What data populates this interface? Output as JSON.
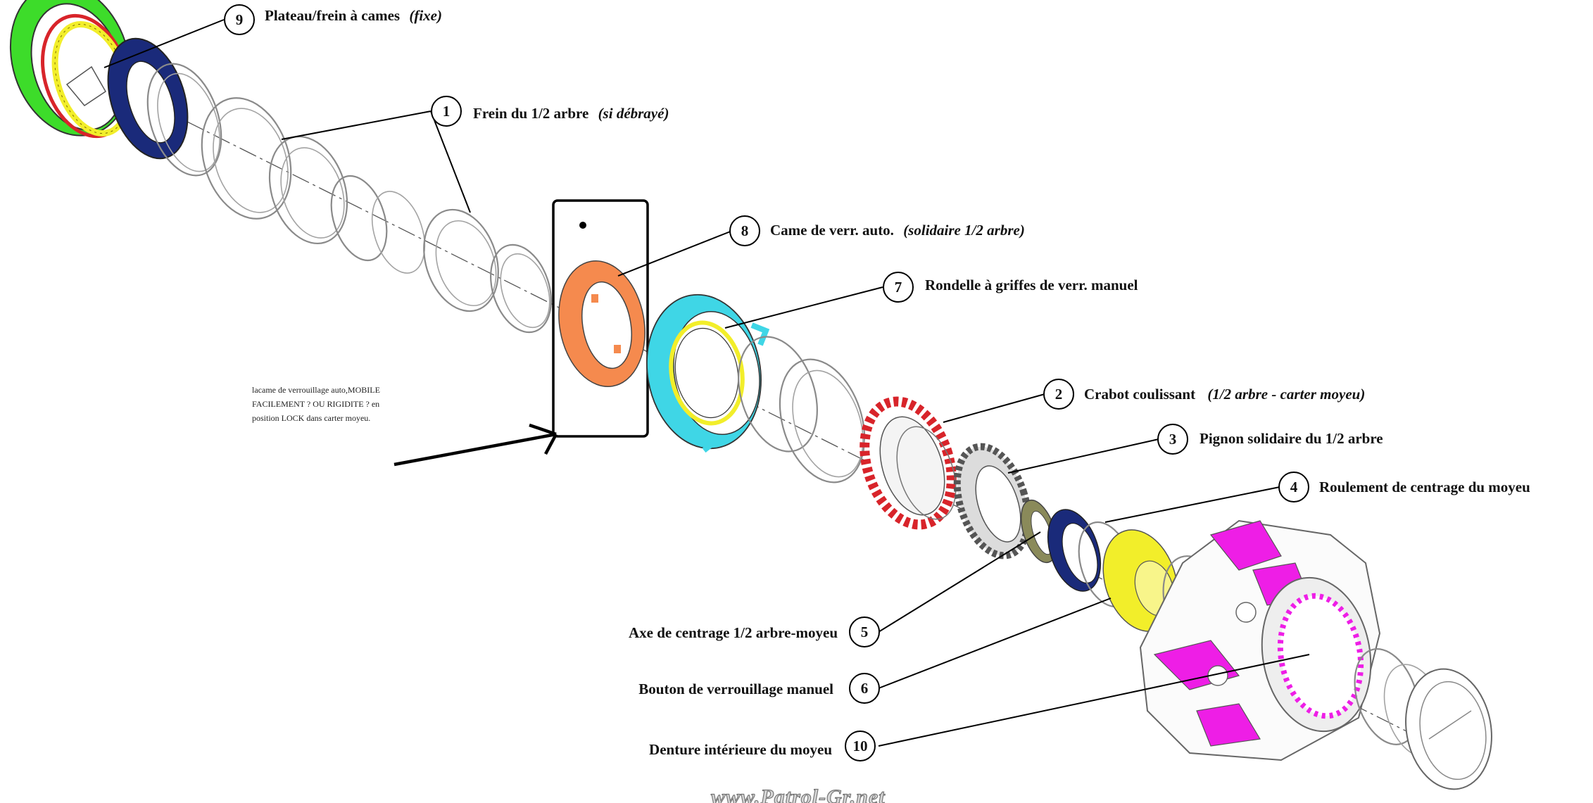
{
  "labels": {
    "l9": {
      "num": "9",
      "text": "Plateau/frein à cames",
      "italic": "(fixe)"
    },
    "l1": {
      "num": "1",
      "text": "Frein du 1/2 arbre",
      "italic": "(si débrayé)"
    },
    "l8": {
      "num": "8",
      "text": "Came de verr. auto.",
      "italic": "(solidaire 1/2 arbre)"
    },
    "l7": {
      "num": "7",
      "text": "Rondelle à griffes de verr. manuel",
      "italic": ""
    },
    "l2": {
      "num": "2",
      "text": "Crabot  coulissant",
      "italic": "(1/2 arbre - carter moyeu)"
    },
    "l3": {
      "num": "3",
      "text": "Pignon solidaire du 1/2 arbre",
      "italic": ""
    },
    "l4": {
      "num": "4",
      "text": "Roulement de centrage du moyeu",
      "italic": ""
    },
    "l5": {
      "num": "5",
      "text": "Axe de centrage 1/2 arbre-moyeu",
      "italic": ""
    },
    "l6": {
      "num": "6",
      "text": "Bouton de verrouillage manuel",
      "italic": ""
    },
    "l10": {
      "num": "10",
      "text": "Denture intérieure du moyeu",
      "italic": ""
    }
  },
  "note": {
    "line1": "lacame de verrouillage auto,MOBILE",
    "line2": "FACILEMENT ? OU RIGIDITE ? en",
    "line3": "position LOCK dans carter moyeu."
  },
  "watermark": "www.Patrol-Gr.net",
  "colors": {
    "plateau_green": "#3ddc2a",
    "brake_navy": "#1a2a7a",
    "cam_orange": "#f58a4e",
    "washer_cyan": "#3fd6e6",
    "clutch_red": "#d8242a",
    "knob_yellow": "#f2ee2a",
    "hub_magenta": "#ee1ee6",
    "axis_olive": "#8a8a5a"
  }
}
